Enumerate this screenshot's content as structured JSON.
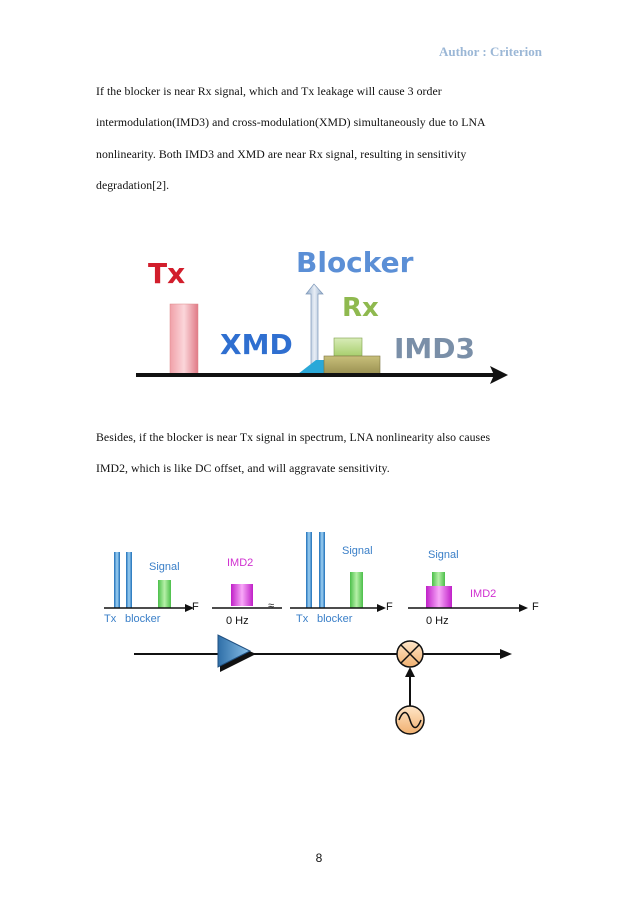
{
  "header": {
    "author": "Author : Criterion"
  },
  "paragraph1": [
    "If the blocker is near Rx signal, which and Tx leakage will cause 3 order",
    "intermodulation(IMD3) and cross-modulation(XMD) simultaneously due to LNA",
    "nonlinearity. Both IMD3 and XMD are near Rx signal, resulting in sensitivity",
    "degradation[2]."
  ],
  "figure1": {
    "tx_label": "Tx",
    "blocker_label": "Blocker",
    "rx_label": "Rx",
    "xmd_label": "XMD",
    "imd3_label": "IMD3",
    "colors": {
      "tx": "#d21e2c",
      "blocker": "#5b8fd6",
      "rx": "#8fb94f",
      "xmd": "#2f6fd0",
      "imd3": "#7a8fa8"
    }
  },
  "paragraph2": [
    "Besides, if the blocker is near Tx signal in spectrum, LNA nonlinearity also causes",
    "IMD2, which is like DC offset, and will aggravate sensitivity."
  ],
  "figure2": {
    "spec1": {
      "signal": "Signal",
      "tx": "Tx",
      "blocker": "blocker",
      "axis": "F"
    },
    "spec2": {
      "imd2": "IMD2",
      "zero": "0 Hz"
    },
    "spec3": {
      "signal": "Signal",
      "tx": "Tx",
      "blocker": "blocker",
      "axis": "F"
    },
    "spec4": {
      "signal": "Signal",
      "imd2": "IMD2",
      "zero": "0 Hz",
      "axis": "F"
    },
    "colors": {
      "tx_bar": "#2f8fd8",
      "signal": "#6fd06a",
      "imd2": "#e040e0",
      "label": "#3a7fc8",
      "lna": "#2f6fa8",
      "mixer": "#e07020"
    }
  },
  "page": {
    "number": "8"
  }
}
